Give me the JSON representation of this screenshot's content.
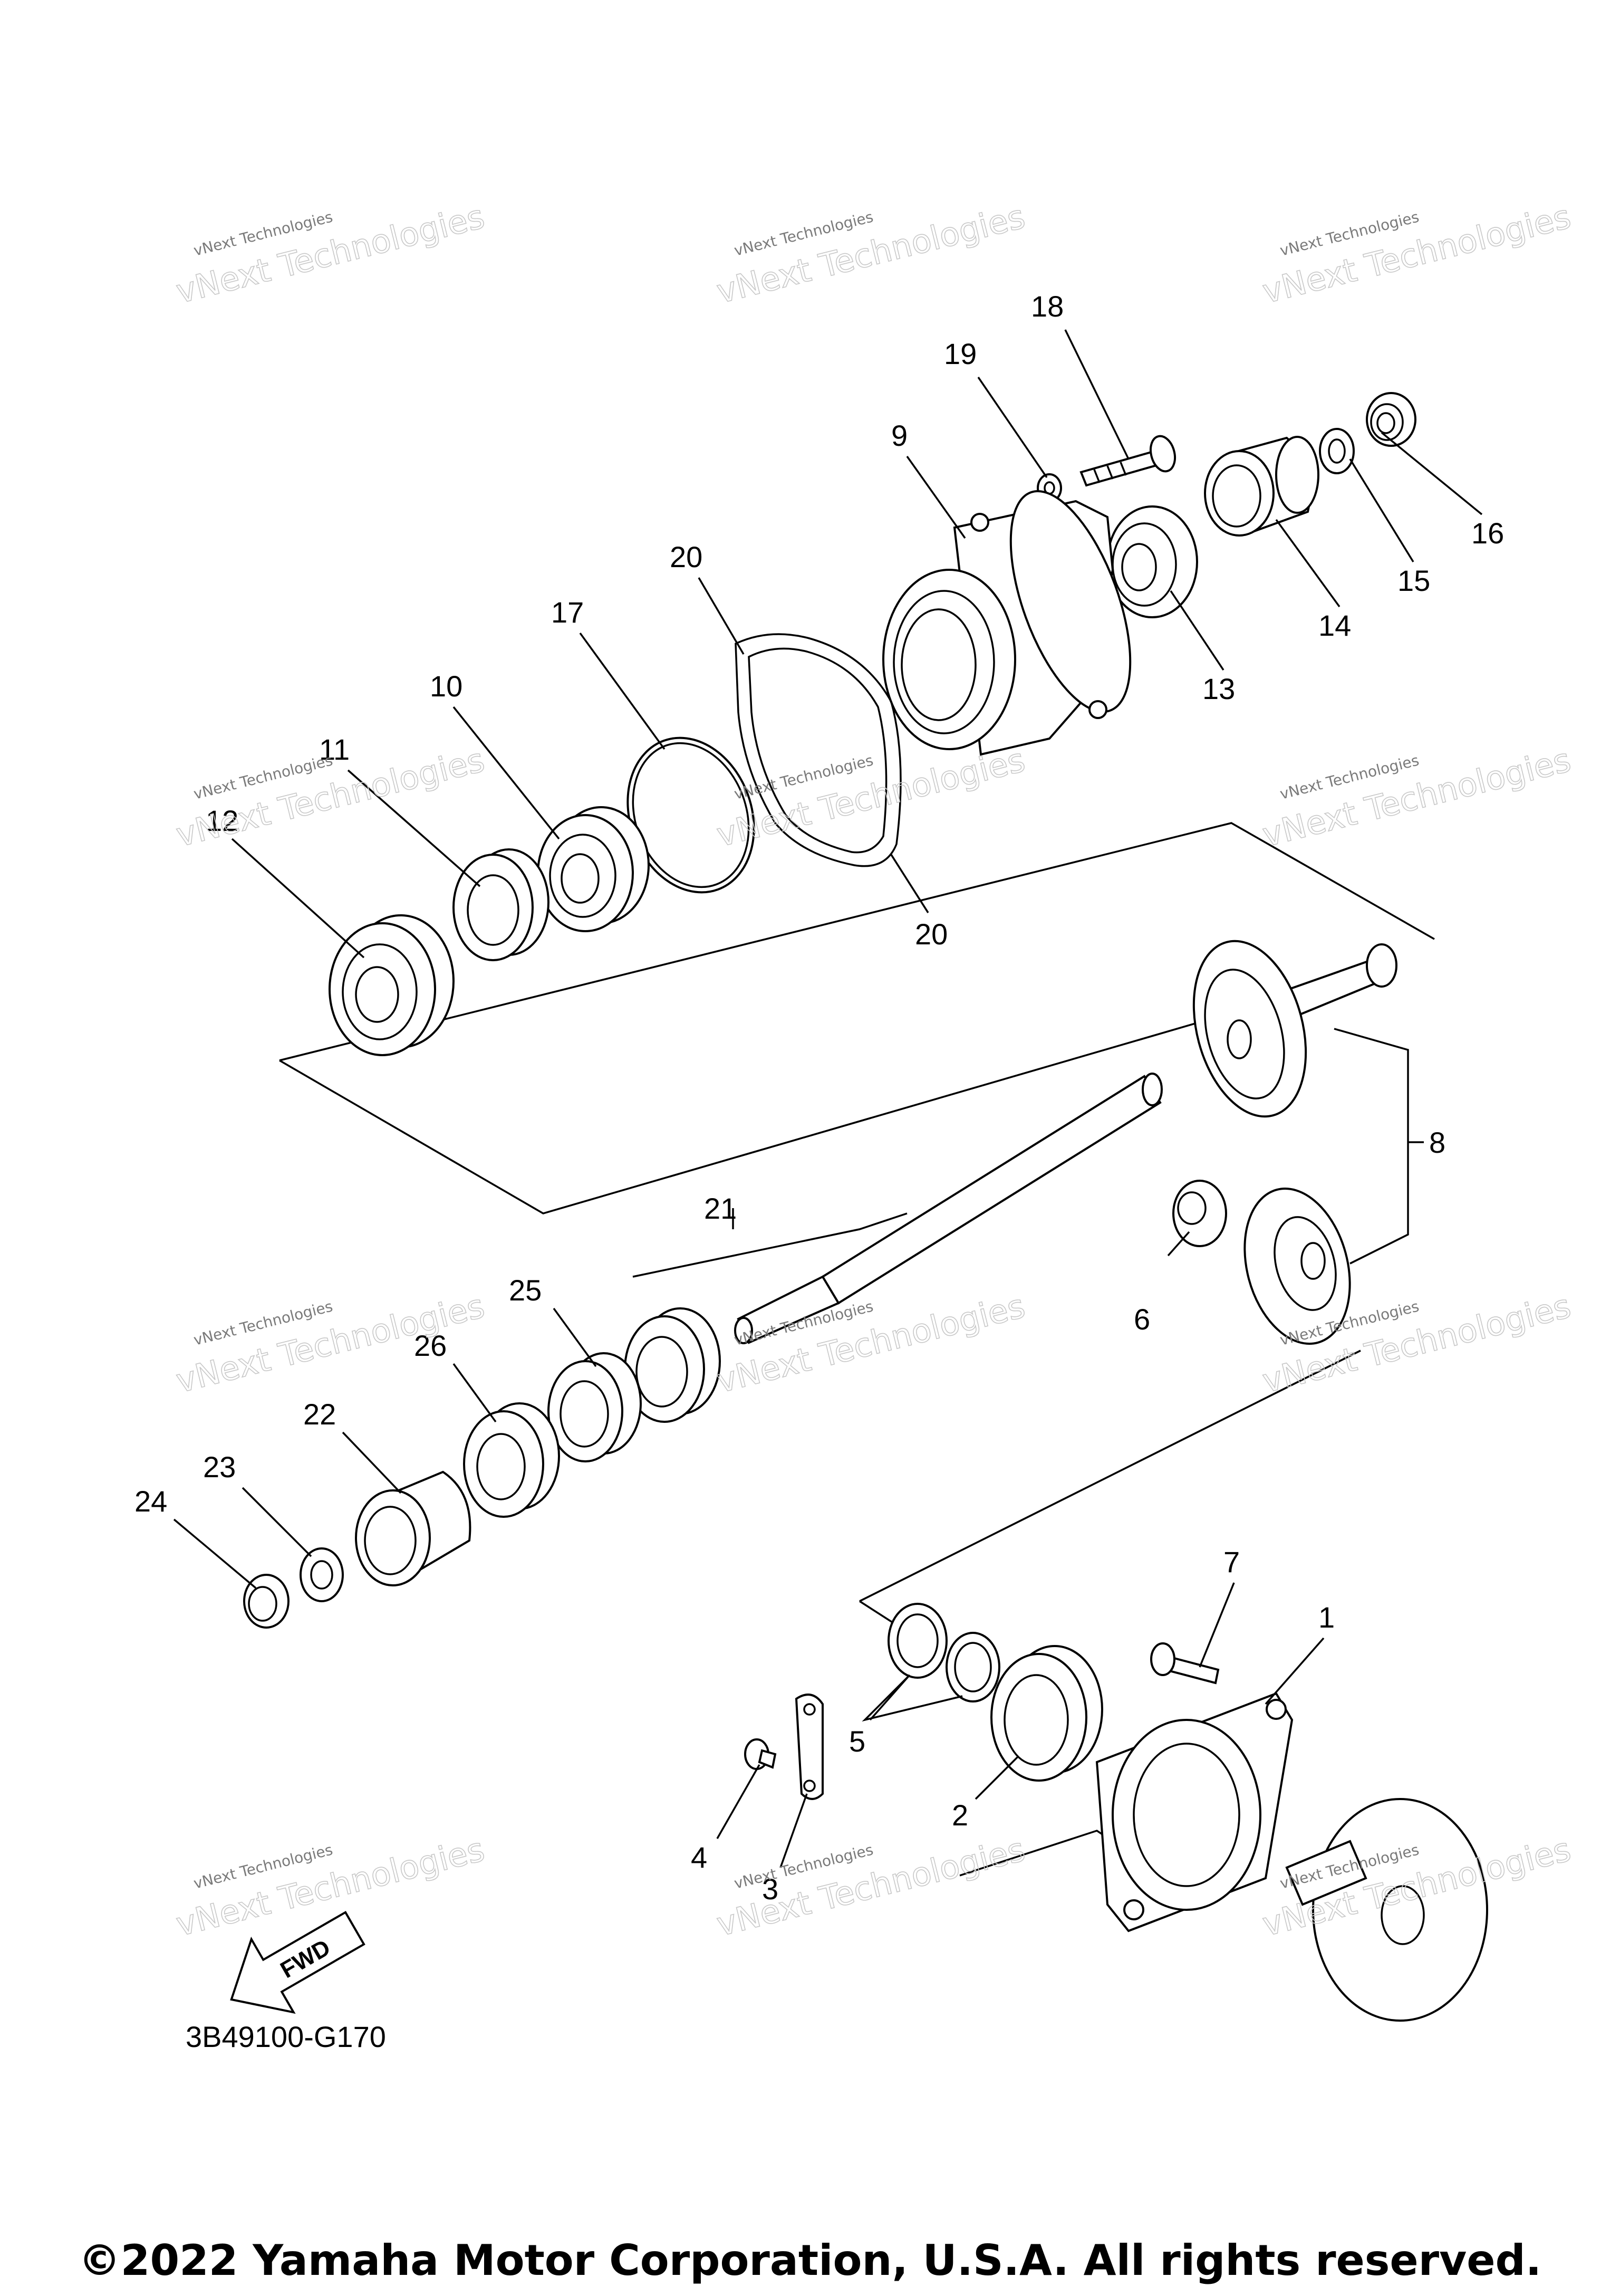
{
  "diagram": {
    "callouts": {
      "c1": "1",
      "c2": "2",
      "c3": "3",
      "c4": "4",
      "c5": "5",
      "c6": "6",
      "c7": "7",
      "c8": "8",
      "c9": "9",
      "c10": "10",
      "c11": "11",
      "c12": "12",
      "c13": "13",
      "c14": "14",
      "c15": "15",
      "c16": "16",
      "c17": "17",
      "c18": "18",
      "c19": "19",
      "c20a": "20",
      "c20b": "20",
      "c21": "21",
      "c22": "22",
      "c23": "23",
      "c24": "24",
      "c25": "25",
      "c26": "26"
    },
    "fwd_label": "FWD",
    "diagram_code": "3B49100-G170",
    "copyright": "©2022 Yamaha Motor Corporation, U.S.A. All rights reserved.",
    "watermark": {
      "small": "vNext Technologies",
      "big": "vNext Technologies"
    }
  }
}
